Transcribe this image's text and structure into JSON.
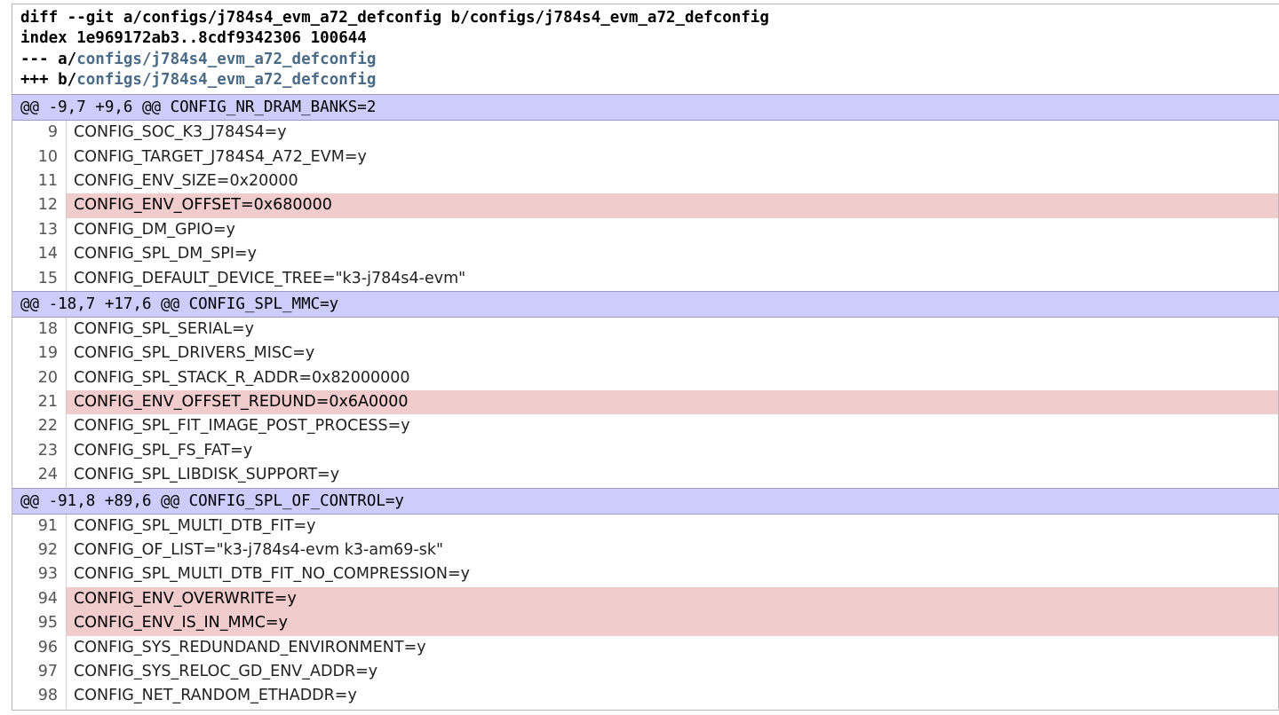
{
  "header": {
    "line1": "diff --git a/configs/j784s4_evm_a72_defconfig b/configs/j784s4_evm_a72_defconfig",
    "line2": "index 1e969172ab3..8cdf9342306 100644",
    "line3_prefix": "--- a/",
    "line3_path": "configs/j784s4_evm_a72_defconfig",
    "line4_prefix": "+++ b/",
    "line4_path": "configs/j784s4_evm_a72_defconfig"
  },
  "hunks": [
    {
      "header": "@@ -9,7 +9,6 @@ CONFIG_NR_DRAM_BANKS=2",
      "lines": [
        {
          "num": "9",
          "text": "CONFIG_SOC_K3_J784S4=y",
          "type": "context"
        },
        {
          "num": "10",
          "text": "CONFIG_TARGET_J784S4_A72_EVM=y",
          "type": "context"
        },
        {
          "num": "11",
          "text": "CONFIG_ENV_SIZE=0x20000",
          "type": "context"
        },
        {
          "num": "12",
          "text": "CONFIG_ENV_OFFSET=0x680000",
          "type": "removed"
        },
        {
          "num": "13",
          "text": "CONFIG_DM_GPIO=y",
          "type": "context"
        },
        {
          "num": "14",
          "text": "CONFIG_SPL_DM_SPI=y",
          "type": "context"
        },
        {
          "num": "15",
          "text": "CONFIG_DEFAULT_DEVICE_TREE=\"k3-j784s4-evm\"",
          "type": "context"
        }
      ]
    },
    {
      "header": "@@ -18,7 +17,6 @@ CONFIG_SPL_MMC=y",
      "lines": [
        {
          "num": "18",
          "text": "CONFIG_SPL_SERIAL=y",
          "type": "context"
        },
        {
          "num": "19",
          "text": "CONFIG_SPL_DRIVERS_MISC=y",
          "type": "context"
        },
        {
          "num": "20",
          "text": "CONFIG_SPL_STACK_R_ADDR=0x82000000",
          "type": "context"
        },
        {
          "num": "21",
          "text": "CONFIG_ENV_OFFSET_REDUND=0x6A0000",
          "type": "removed"
        },
        {
          "num": "22",
          "text": "CONFIG_SPL_FIT_IMAGE_POST_PROCESS=y",
          "type": "context"
        },
        {
          "num": "23",
          "text": "CONFIG_SPL_FS_FAT=y",
          "type": "context"
        },
        {
          "num": "24",
          "text": "CONFIG_SPL_LIBDISK_SUPPORT=y",
          "type": "context"
        }
      ]
    },
    {
      "header": "@@ -91,8 +89,6 @@ CONFIG_SPL_OF_CONTROL=y",
      "lines": [
        {
          "num": "91",
          "text": "CONFIG_SPL_MULTI_DTB_FIT=y",
          "type": "context"
        },
        {
          "num": "92",
          "text": "CONFIG_OF_LIST=\"k3-j784s4-evm k3-am69-sk\"",
          "type": "context"
        },
        {
          "num": "93",
          "text": "CONFIG_SPL_MULTI_DTB_FIT_NO_COMPRESSION=y",
          "type": "context"
        },
        {
          "num": "94",
          "text": "CONFIG_ENV_OVERWRITE=y",
          "type": "removed"
        },
        {
          "num": "95",
          "text": "CONFIG_ENV_IS_IN_MMC=y",
          "type": "removed"
        },
        {
          "num": "96",
          "text": "CONFIG_SYS_REDUNDAND_ENVIRONMENT=y",
          "type": "context"
        },
        {
          "num": "97",
          "text": "CONFIG_SYS_RELOC_GD_ENV_ADDR=y",
          "type": "context"
        },
        {
          "num": "98",
          "text": "CONFIG_NET_RANDOM_ETHADDR=y",
          "type": "context"
        }
      ]
    }
  ],
  "colors": {
    "hunk_header_bg": "#cdccfb",
    "removed_bg": "#f1cccc",
    "path_link": "#4a6b86"
  }
}
